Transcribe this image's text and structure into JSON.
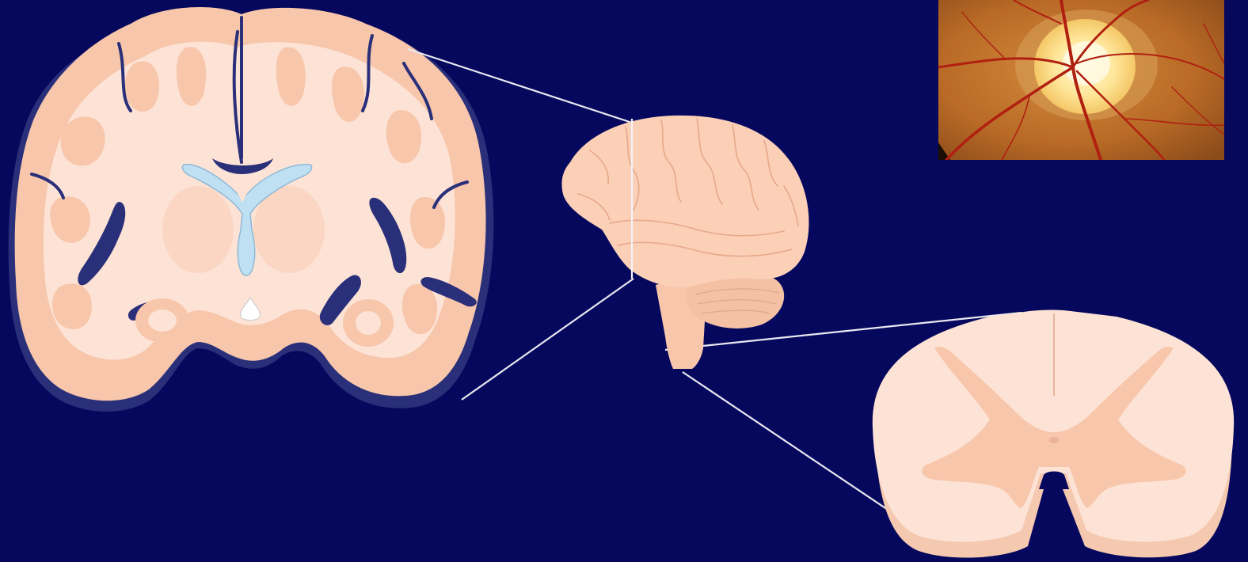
{
  "colors": {
    "background": "#06085e",
    "cortex_gray": "#f7c6ab",
    "white_matter": "#fde3d5",
    "ventricle": "#bfe0f2",
    "sulcus_dark": "#2a2f7a",
    "connector_line": "#e8e8f0",
    "fundus_base": "#b86a26",
    "optic_disc": "#ffe7a0"
  },
  "panels": [
    {
      "name": "coronal-brain-section",
      "icon": "coronal-brain-slice-icon"
    },
    {
      "name": "lateral-brain",
      "icon": "brain-lateral-view-icon"
    },
    {
      "name": "spinal-cord-cross-section",
      "icon": "spinal-cord-section-icon"
    },
    {
      "name": "fundus-photo",
      "icon": "optic-disc-fundus-icon"
    }
  ]
}
